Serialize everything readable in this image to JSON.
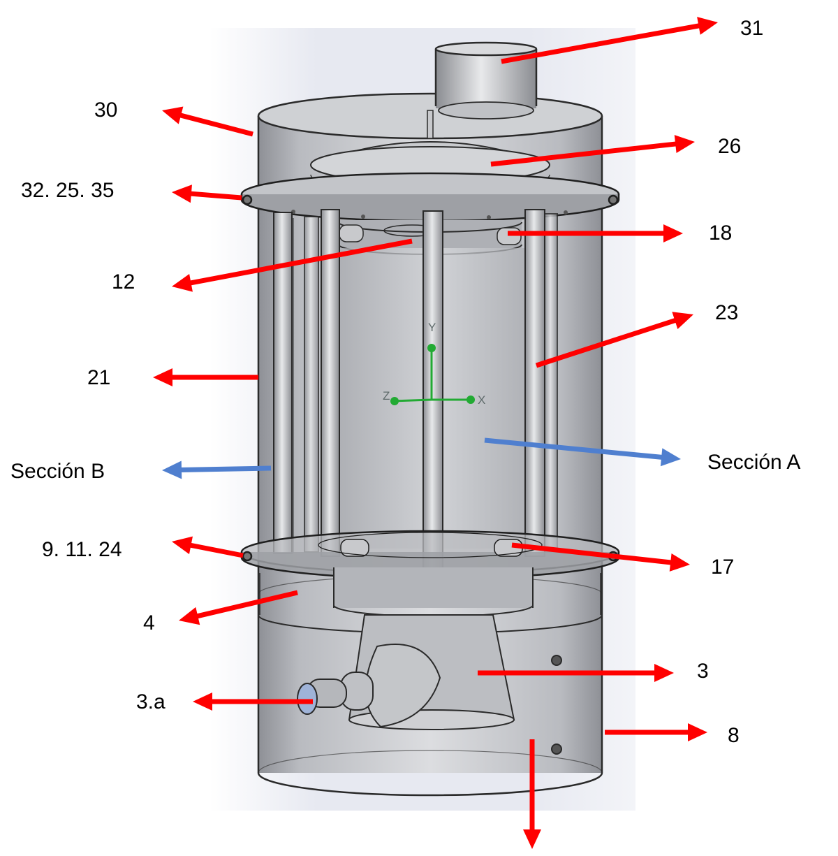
{
  "labels": {
    "l31": "31",
    "l30": "30",
    "l26": "26",
    "l32": "32. 25. 35",
    "l18": "18",
    "l12": "12",
    "l23": "23",
    "l21": "21",
    "secB": "Sección B",
    "secA": "Sección A",
    "l9": "9. 11. 24",
    "l17": "17",
    "l4": "4",
    "l3": "3",
    "l3a": "3.a",
    "l8": "8"
  },
  "axes": {
    "y": "Y",
    "x": "X",
    "z": "Z"
  },
  "colors": {
    "red_arrow": "#ff0000",
    "blue_arrow": "#4f7fcf",
    "axis_green": "#22aa33",
    "body_gray": "#c6c8cc",
    "edge_dark": "#2a2a2a",
    "backdrop": "#e6e9f2"
  }
}
